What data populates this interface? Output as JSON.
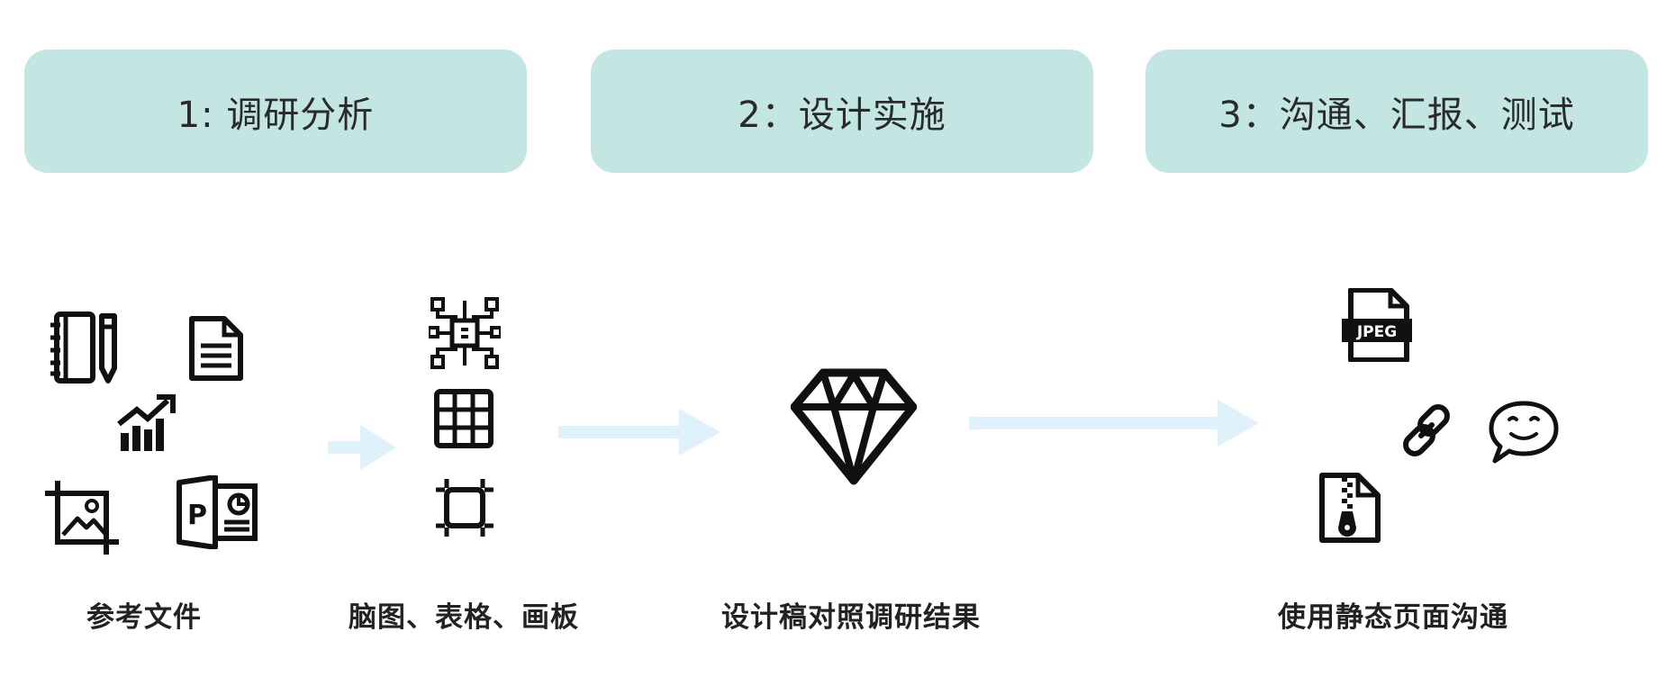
{
  "stages": [
    {
      "label": "1: 调研分析"
    },
    {
      "label": "2：设计实施"
    },
    {
      "label": "3：沟通、汇报、测试"
    }
  ],
  "captions": [
    {
      "text": "参考文件"
    },
    {
      "text": "脑图、表格、画板"
    },
    {
      "text": "设计稿对照调研结果"
    },
    {
      "text": "使用静态页面沟通"
    }
  ],
  "icons": {
    "jpeg_label": "JPEG",
    "ppt_label": "P"
  },
  "colors": {
    "stage_fill": "#c3e6e2",
    "arrow": "#dff1fa",
    "icon": "#111111"
  }
}
